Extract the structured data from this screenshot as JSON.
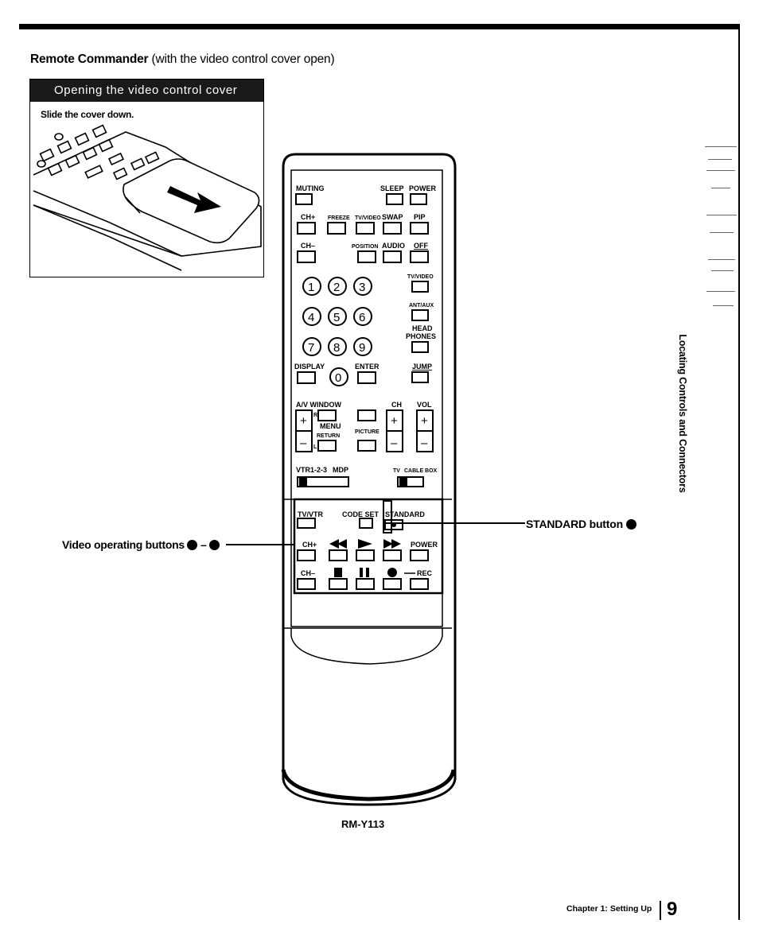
{
  "page": {
    "heading_bold": "Remote Commander",
    "heading_rest": " (with the video control cover open)",
    "inset_title": "Opening the video control cover",
    "inset_note": "Slide the cover down.",
    "model": "RM-Y113",
    "video_label": "Video operating buttons",
    "video_label_dash": "–",
    "standard_label": "STANDARD button",
    "side_text": "Locating Controls and Connectors",
    "footer_chapter": "Chapter 1: Setting Up",
    "page_number": "9"
  },
  "remote": {
    "row1": [
      "MUTING",
      "SLEEP",
      "POWER"
    ],
    "row2": [
      "CH+",
      "FREEZE",
      "TV/VIDEO",
      "SWAP",
      "PIP"
    ],
    "row3": [
      "CH–",
      "POSITION",
      "AUDIO",
      "OFF"
    ],
    "digits": [
      "1",
      "2",
      "3",
      "4",
      "5",
      "6",
      "7",
      "8",
      "9"
    ],
    "side_keys": [
      "TV/VIDEO",
      "ANT/AUX",
      "HEAD",
      "PHONES"
    ],
    "display": "DISPLAY",
    "zero": "0",
    "enter": "ENTER",
    "jump": "JUMP",
    "window_label": "A/V WINDOW",
    "ch": "CH",
    "vol": "VOL",
    "r": "R",
    "l": "L",
    "menu": "MENU",
    "return": "RETURN",
    "picture": "PICTURE",
    "plus": "+",
    "minus": "–",
    "vtr_label": "VTR1-2-3",
    "mdp": "MDP",
    "tv": "TV",
    "cablebox": "CABLE BOX",
    "tvvtr": "TV/VTR",
    "codeset": "CODE SET",
    "standard": "STANDARD",
    "chplus2": "CH+",
    "chminus2": "CH–",
    "power2": "POWER",
    "rec": "REC"
  }
}
